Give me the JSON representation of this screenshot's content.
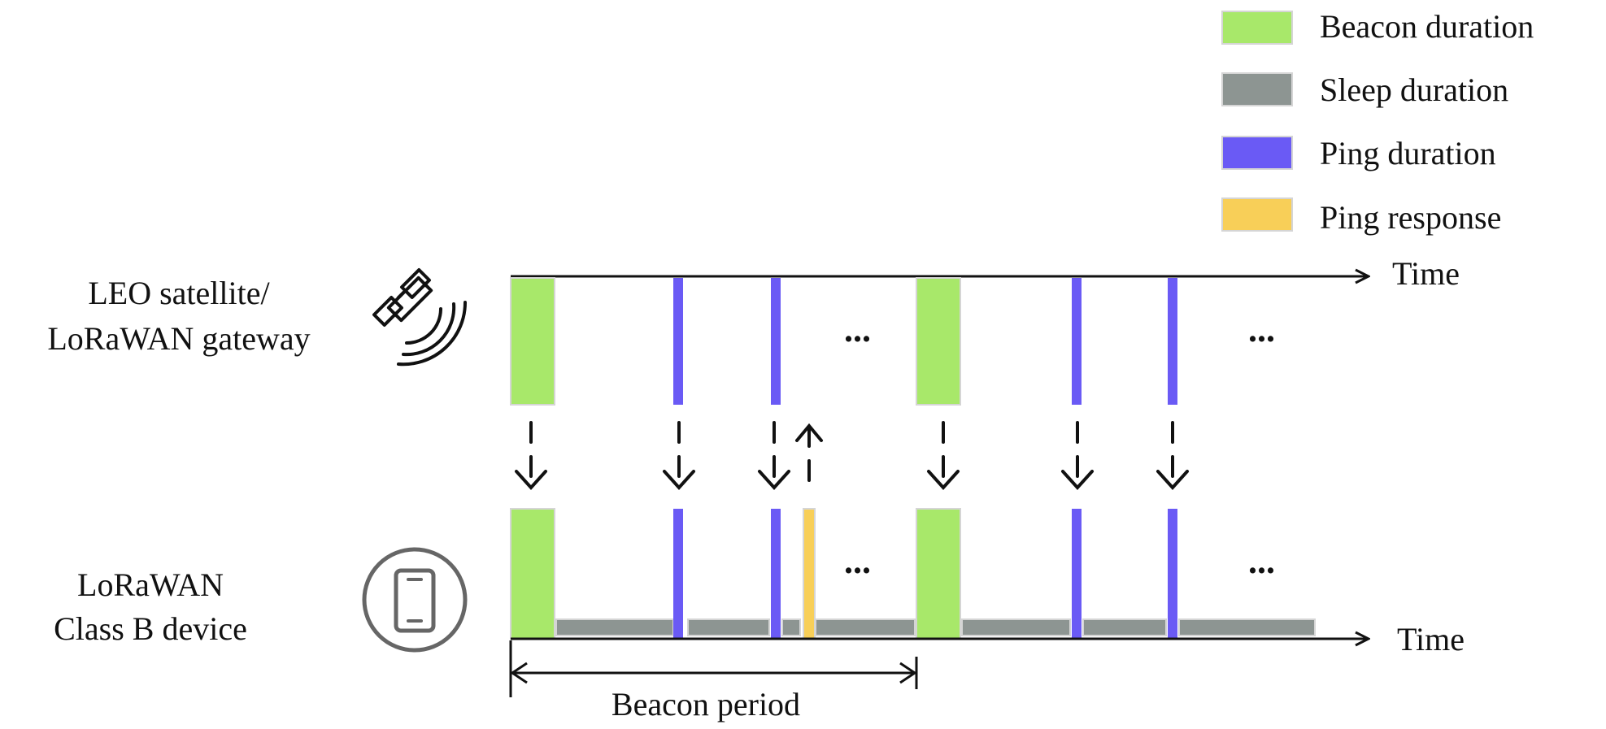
{
  "legend": [
    {
      "label": "Beacon duration",
      "color": "#a8e86a"
    },
    {
      "label": "Sleep duration",
      "color": "#8d9592"
    },
    {
      "label": "Ping duration",
      "color": "#6a5af5"
    },
    {
      "label": "Ping response",
      "color": "#f8cf58"
    }
  ],
  "rows": {
    "gateway": {
      "label_line1": "LEO satellite/",
      "label_line2": "LoRaWAN gateway",
      "icon": "satellite-icon",
      "axis_label": "Time"
    },
    "device": {
      "label_line1": "LoRaWAN",
      "label_line2": "Class B device",
      "icon": "smartphone-icon",
      "axis_label": "Time"
    }
  },
  "ellipsis": "...",
  "beacon_period_label": "Beacon period",
  "colors": {
    "beacon": "#a8e86a",
    "sleep": "#8d9592",
    "ping": "#6a5af5",
    "response": "#f8cf58",
    "line": "#111111",
    "icon": "#666666"
  }
}
